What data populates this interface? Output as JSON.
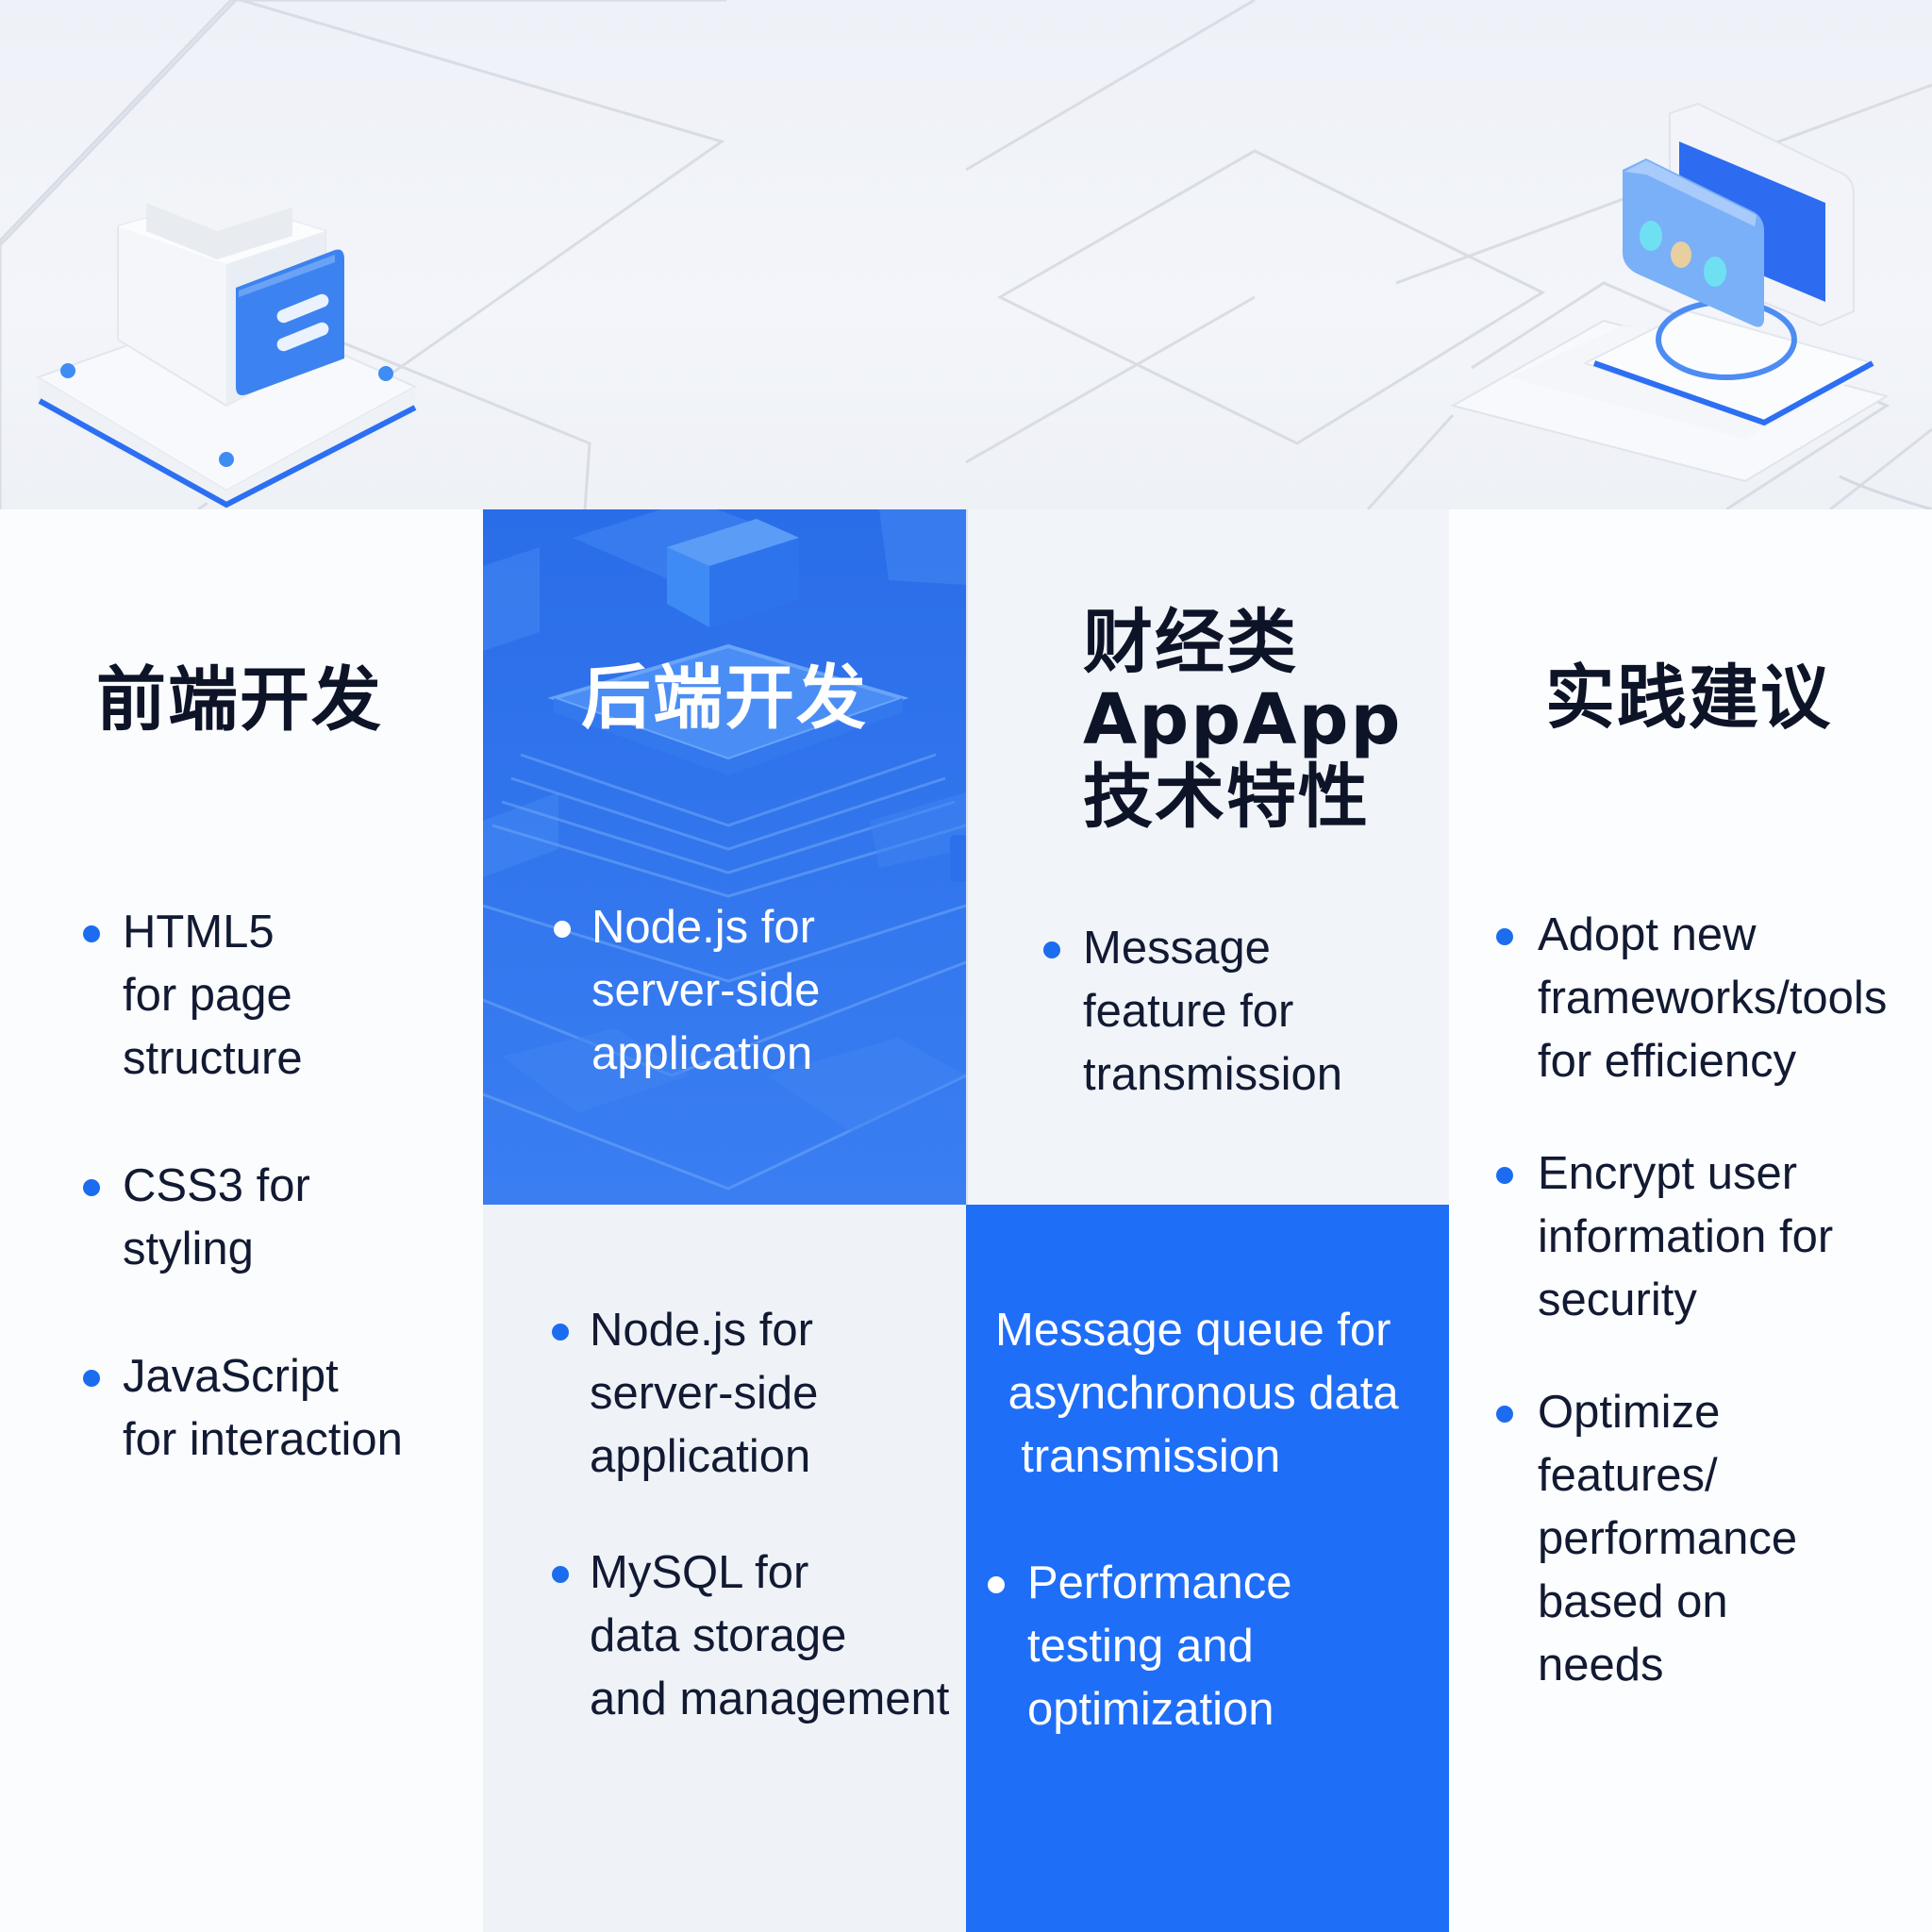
{
  "hero": {
    "left_icon": "server-document-icon",
    "right_icon": "message-display-icon"
  },
  "colors": {
    "accent_blue": "#1f6ef8",
    "pattern_blue": "#2f74ee",
    "heading_dark": "#0e1428",
    "bullet_blue": "#1c6cf0",
    "light_bg": "#f1f4f8"
  },
  "sections": {
    "frontend": {
      "title": "前端开发",
      "items": [
        "HTML5\nfor page\nstructure",
        "CSS3 for\nstyling",
        "JavaScript\nfor interaction"
      ]
    },
    "backend_top": {
      "title": "后端开发",
      "items": [
        "Node.js for\nserver-side\napplication"
      ]
    },
    "backend_bottom": {
      "items": [
        "Node.js for\nserver-side\napplication",
        "MySQL for\ndata storage\nand management"
      ]
    },
    "finance_app": {
      "title_line1": "财经类",
      "title_line2": "AppApp",
      "title_line3": "技术特性",
      "items": [
        "Message\nfeature for\n transmission"
      ]
    },
    "finance_app_bottom": {
      "lead_text": "Message queue for\n asynchronous data\n  transmission",
      "items": [
        "Performance\ntesting and\noptimization"
      ]
    },
    "practice": {
      "title": "实践建议",
      "items": [
        "Adopt new\nframeworks/tools\nfor efficiency",
        "Encrypt user\ninformation for\nsecurity",
        "Optimize\nfeatures/\nperformance\nbased on\nneeds"
      ]
    }
  }
}
